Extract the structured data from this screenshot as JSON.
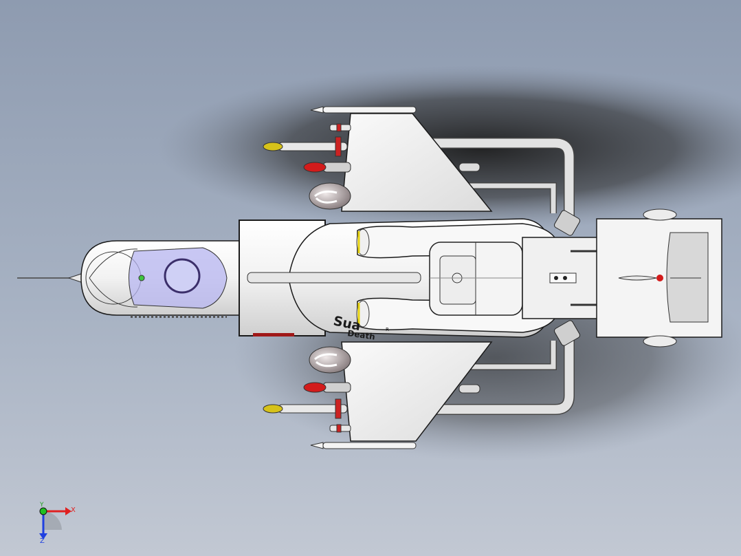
{
  "viewport": {
    "background_top": "#8e9bb0",
    "background_bottom": "#c2c8d3"
  },
  "model": {
    "decal_line1": "Sua",
    "decal_line2": "Death",
    "decal_mark": "R",
    "hull_color": "#f2f2f2",
    "canopy_color": "#b7b6f0",
    "outline_color": "#1a1a1a",
    "missile_tip_yellow": "#d6c21a",
    "missile_tip_red": "#d31b1b",
    "rocket_pod_color": "#8a7f80",
    "engine_ring_color": "#e6d20e"
  },
  "triad": {
    "x_label": "X",
    "y_label": "Y",
    "z_label": "Z",
    "x_color": "#e02020",
    "y_color": "#20c020",
    "z_color": "#2040e0"
  }
}
